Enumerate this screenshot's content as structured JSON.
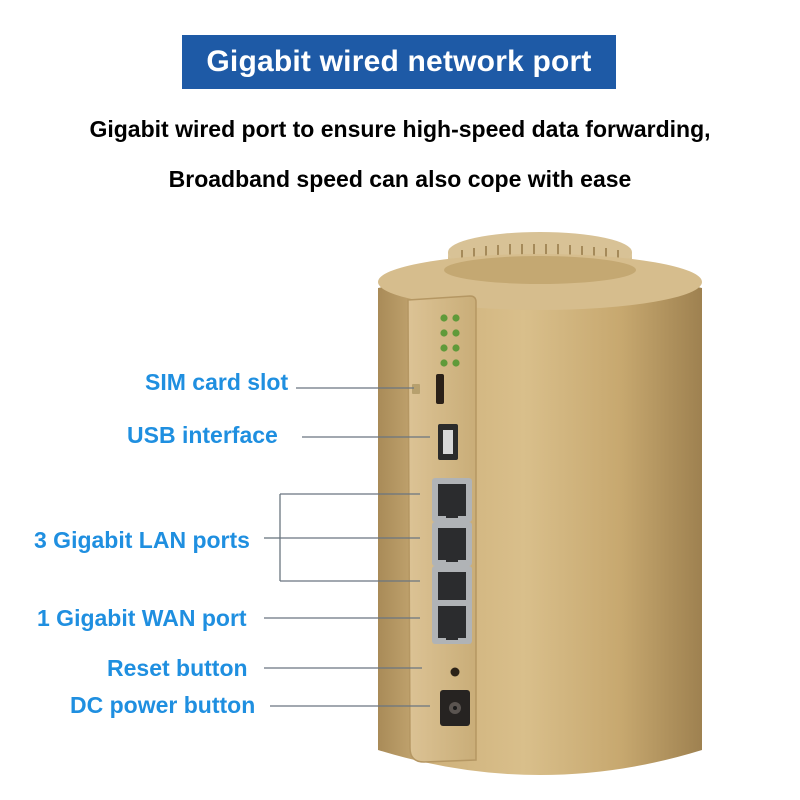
{
  "header": {
    "banner": "Gigabit wired network port",
    "line1": "Gigabit wired port to ensure high-speed data forwarding,",
    "line2": "Broadband speed can also cope with ease"
  },
  "callouts": {
    "sim": "SIM card slot",
    "usb": "USB interface",
    "lan": "3 Gigabit LAN ports",
    "wan": "1 Gigabit WAN port",
    "reset": "Reset button",
    "dc": "DC power button"
  },
  "colors": {
    "banner_bg": "#1e5aa6",
    "callout_text": "#1f8fe0",
    "device_body": "#c8aa74"
  }
}
